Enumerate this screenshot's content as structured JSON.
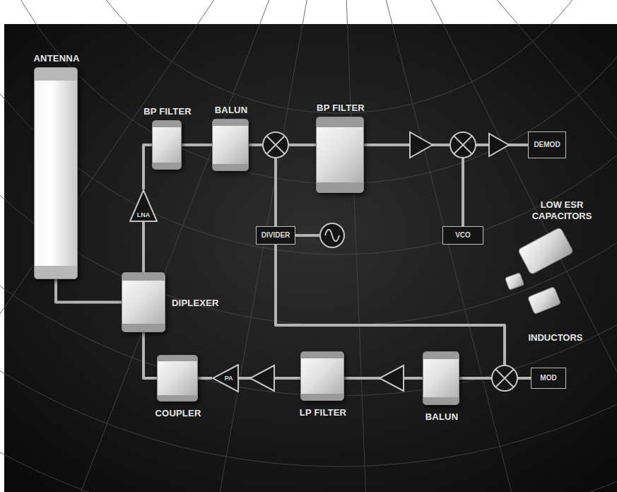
{
  "diagram": {
    "nodes": [
      {
        "text": [
          "ANTENNA"
        ]
      },
      {
        "text": [
          "BP FILTER"
        ]
      },
      {
        "text": [
          "BALUN"
        ]
      },
      {
        "text": [
          "BP FILTER"
        ]
      },
      {
        "text": [
          "DEMOD"
        ]
      },
      {
        "text": [
          "LNA"
        ]
      },
      {
        "text": [
          "DIVIDER"
        ]
      },
      {
        "text": [
          "VCO"
        ]
      },
      {
        "text": [
          "DIPLEXER"
        ]
      },
      {
        "text": [
          "COUPLER"
        ]
      },
      {
        "text": [
          "PA"
        ]
      },
      {
        "text": [
          "LP FILTER"
        ]
      },
      {
        "text": [
          "BALUN"
        ]
      },
      {
        "text": [
          "MOD"
        ]
      }
    ],
    "edges": [
      {
        "from": 0,
        "to": 8,
        "arrow": "none"
      },
      {
        "from": 8,
        "to": 5,
        "arrow": "none"
      },
      {
        "from": 5,
        "to": 1,
        "arrow": "none"
      },
      {
        "from": 1,
        "to": 2,
        "arrow": "none"
      },
      {
        "from": 8,
        "to": 9,
        "arrow": "none"
      },
      {
        "from": 9,
        "to": 10,
        "arrow": "none"
      }
    ],
    "labels": [
      "LOW ESR CAPACITORS",
      "INDUCTORS"
    ]
  }
}
